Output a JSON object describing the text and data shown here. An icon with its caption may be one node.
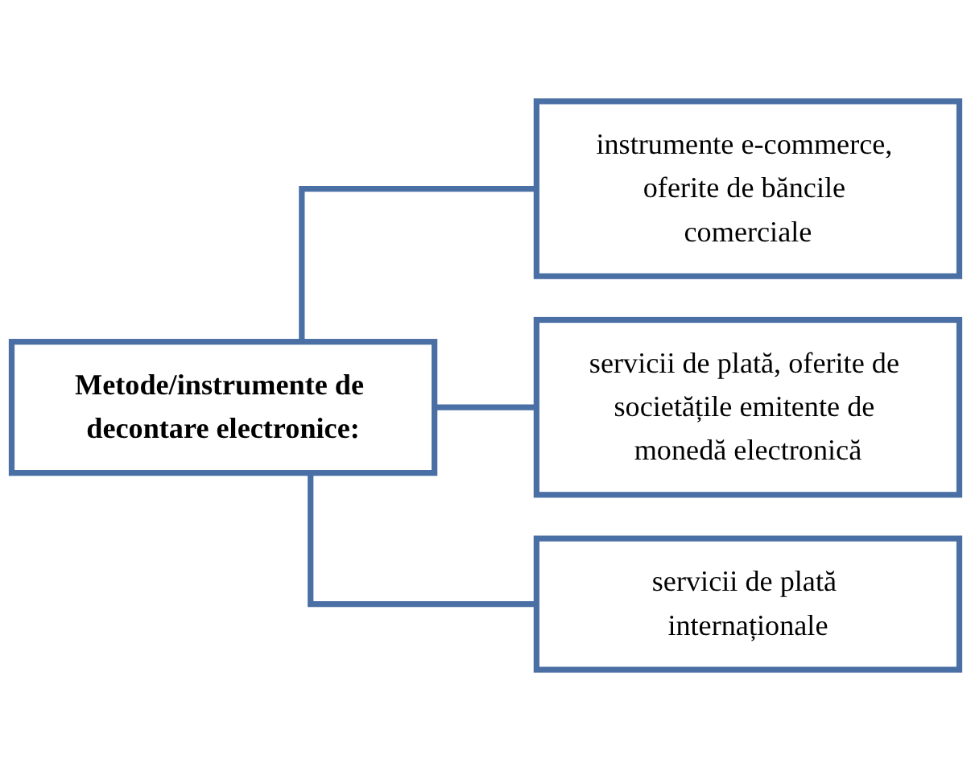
{
  "diagram": {
    "nodes": [
      {
        "text": [
          "Metode/instrumente de decontare electronice:"
        ]
      },
      {
        "text": [
          "instrumente e-commerce, oferite de băncile comerciale"
        ]
      },
      {
        "text": [
          "servicii de plată, oferite de societățile emitente de monedă electronică"
        ]
      },
      {
        "text": [
          "servicii de plată internaționale"
        ]
      }
    ],
    "edges": [
      {
        "from": 0,
        "to": 1,
        "arrow": "none"
      },
      {
        "from": 0,
        "to": 2,
        "arrow": "none"
      },
      {
        "from": 0,
        "to": 3,
        "arrow": "none"
      }
    ]
  }
}
